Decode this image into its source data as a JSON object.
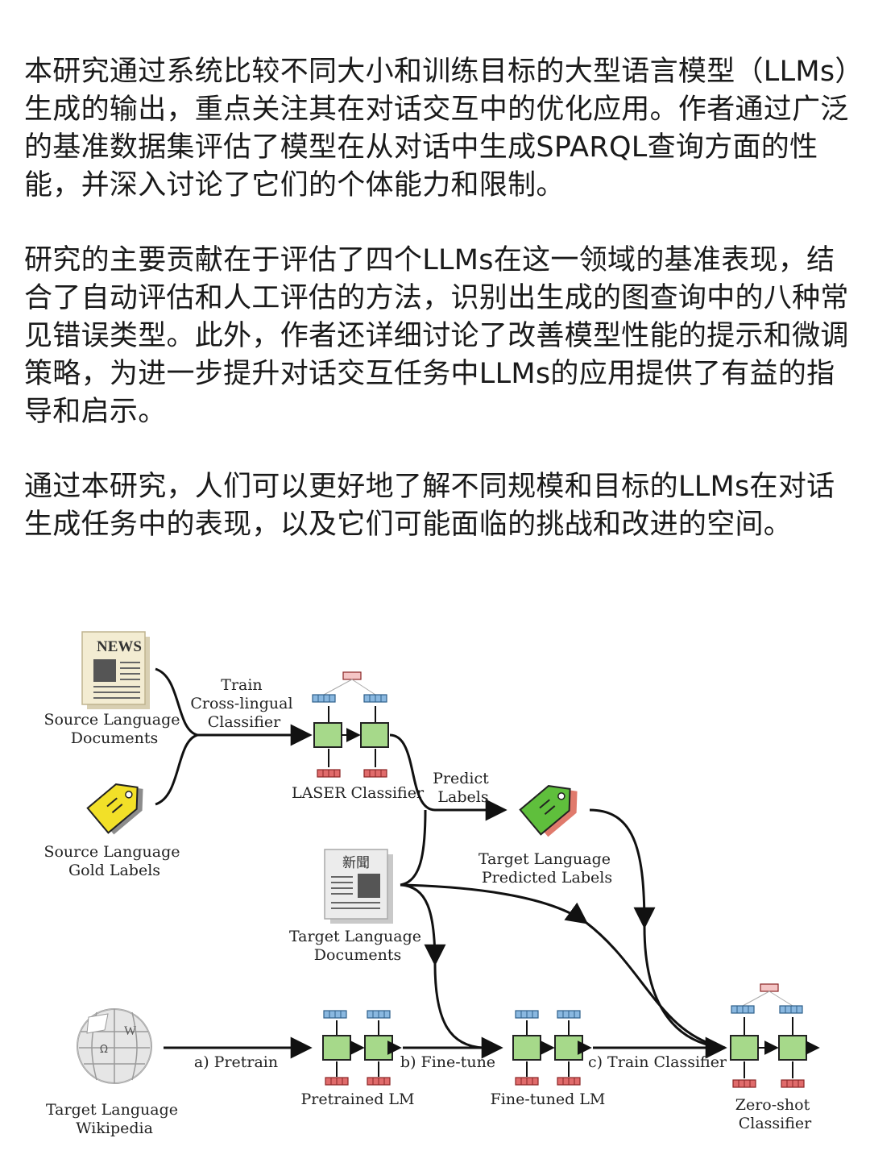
{
  "article": {
    "paragraphs": [
      "本研究通过系统比较不同大小和训练目标的大型语言模型（LLMs）生成的输出，重点关注其在对话交互中的优化应用。作者通过广泛的基准数据集评估了模型在从对话中生成SPARQL查询方面的性能，并深入讨论了它们的个体能力和限制。",
      "研究的主要贡献在于评估了四个LLMs在这一领域的基准表现，结合了自动评估和人工评估的方法，识别出生成的图查询中的八种常见错误类型。此外，作者还详细讨论了改善模型性能的提示和微调策略，为进一步提升对话交互任务中LLMs的应用提供了有益的指导和启示。",
      "通过本研究，人们可以更好地了解不同规模和目标的LLMs在对话生成任务中的表现，以及它们可能面临的挑战和改进的空间。"
    ]
  },
  "diagram": {
    "news_icon_text": "NEWS",
    "cn_news_icon_text": "新聞",
    "wiki_icon_glyphs": [
      "W",
      "Ω"
    ],
    "source_docs_label": [
      "Source Language",
      "Documents"
    ],
    "gold_labels_label": [
      "Source Language",
      "Gold Labels"
    ],
    "train_label": [
      "Train",
      "Cross-lingual",
      "Classifier"
    ],
    "laser_label": "LASER Classifier",
    "predict_label": [
      "Predict",
      "Labels"
    ],
    "target_pred_label": [
      "Target Language",
      "Predicted Labels"
    ],
    "target_docs_label": [
      "Target Language",
      "Documents"
    ],
    "wiki_label": [
      "Target Language",
      "Wikipedia"
    ],
    "step_pretrain": "a) Pretrain",
    "pretrained_lm": "Pretrained LM",
    "step_finetune": "b) Fine-tune",
    "finetuned_lm": "Fine-tuned LM",
    "step_train_classifier": "c) Train Classifier",
    "zero_shot_label": [
      "Zero-shot",
      "Classifier"
    ],
    "colors": {
      "cell_green": "#a6d98a",
      "embed_blue": "#8ab8e0",
      "embed_red": "#e06b6b",
      "tag_yellow": "#f2e028",
      "tag_green": "#5fbf3c",
      "newspaper": "#f3ecd2"
    }
  }
}
